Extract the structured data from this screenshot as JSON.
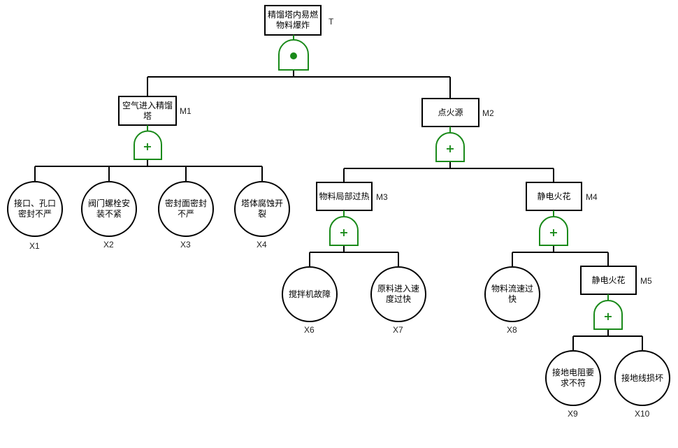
{
  "diagram": {
    "type": "fault-tree",
    "gate_color": "#1a8a1a",
    "top_event": {
      "id": "T",
      "label": "精馏塔内易燃物料爆炸",
      "gate": "AND"
    },
    "intermediate_events": [
      {
        "id": "M1",
        "label": "空气进入精馏塔",
        "gate": "OR",
        "parent": "T"
      },
      {
        "id": "M2",
        "label": "点火源",
        "gate": "OR",
        "parent": "T"
      },
      {
        "id": "M3",
        "label": "物料局部过热",
        "gate": "OR",
        "parent": "M2"
      },
      {
        "id": "M4",
        "label": "静电火花",
        "gate": "OR",
        "parent": "M2"
      },
      {
        "id": "M5",
        "label": "静电火花",
        "gate": "OR",
        "parent": "M4"
      }
    ],
    "basic_events": [
      {
        "id": "X1",
        "label": "接口、孔口密封不严",
        "parent": "M1"
      },
      {
        "id": "X2",
        "label": "阀门螺栓安装不紧",
        "parent": "M1"
      },
      {
        "id": "X3",
        "label": "密封面密封不严",
        "parent": "M1"
      },
      {
        "id": "X4",
        "label": "塔体腐蚀开裂",
        "parent": "M1"
      },
      {
        "id": "X6",
        "label": "搅拌机故障",
        "parent": "M3"
      },
      {
        "id": "X7",
        "label": "原料进入速度过快",
        "parent": "M3"
      },
      {
        "id": "X8",
        "label": "物料流速过快",
        "parent": "M4"
      },
      {
        "id": "X9",
        "label": "接地电阻要求不符",
        "parent": "M5"
      },
      {
        "id": "X10",
        "label": "接地线损坏",
        "parent": "M5"
      }
    ],
    "gate_symbols": {
      "AND": "●",
      "OR": "+"
    }
  }
}
